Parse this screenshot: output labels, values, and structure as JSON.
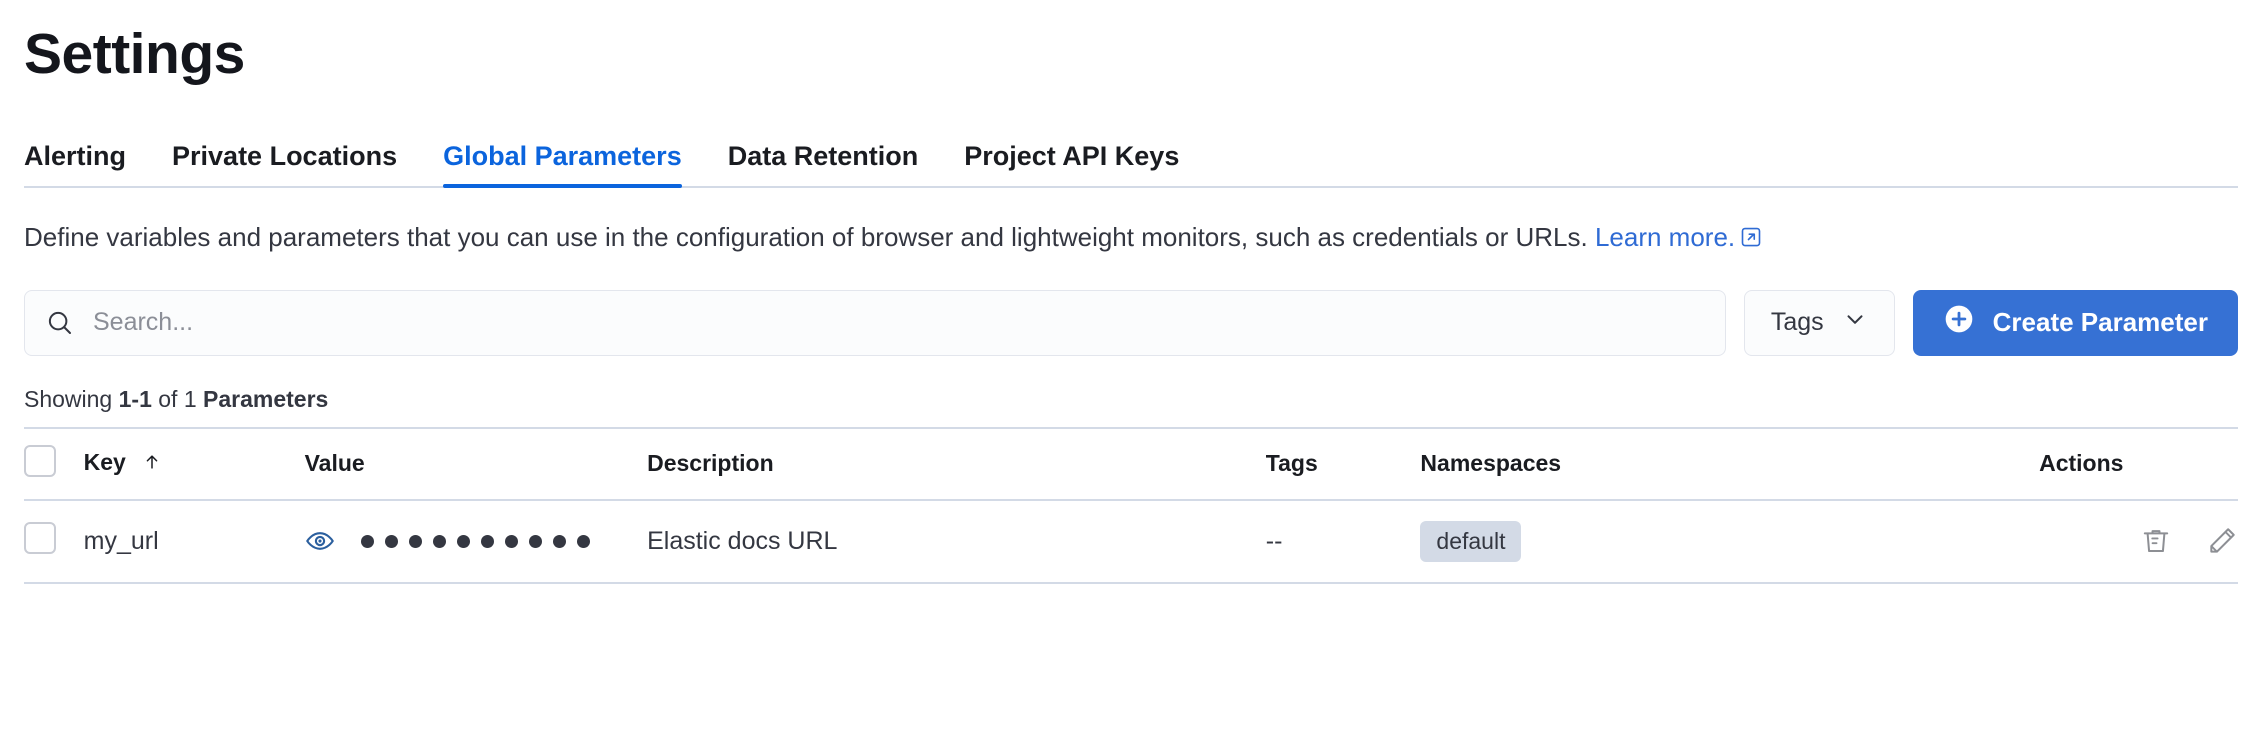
{
  "header": {
    "title": "Settings"
  },
  "tabs": [
    {
      "label": "Alerting",
      "active": false
    },
    {
      "label": "Private Locations",
      "active": false
    },
    {
      "label": "Global Parameters",
      "active": true
    },
    {
      "label": "Data Retention",
      "active": false
    },
    {
      "label": "Project API Keys",
      "active": false
    }
  ],
  "description": {
    "text": "Define variables and parameters that you can use in the configuration of browser and lightweight monitors, such as credentials or URLs. ",
    "link_text": "Learn more.",
    "link_icon": "external-link-icon"
  },
  "controls": {
    "search_placeholder": "Search...",
    "search_value": "",
    "search_icon": "search-icon",
    "tags_label": "Tags",
    "tags_chevron_icon": "chevron-down-icon",
    "create_label": "Create Parameter",
    "create_icon": "plus-circle-icon"
  },
  "results": {
    "showing_prefix": "Showing ",
    "range": "1-1",
    "of": " of 1 ",
    "entity": "Parameters"
  },
  "table": {
    "columns": [
      {
        "key": "select",
        "label": ""
      },
      {
        "key": "key",
        "label": "Key",
        "sort": "ascending"
      },
      {
        "key": "value",
        "label": "Value"
      },
      {
        "key": "description",
        "label": "Description"
      },
      {
        "key": "tags",
        "label": "Tags"
      },
      {
        "key": "namespaces",
        "label": "Namespaces"
      },
      {
        "key": "actions",
        "label": "Actions"
      }
    ],
    "rows": [
      {
        "key": "my_url",
        "value_masked_dots": 10,
        "value_reveal_icon": "eye-icon",
        "description": "Elastic docs URL",
        "tags": "--",
        "namespaces": [
          "default"
        ],
        "actions": [
          "trash-icon",
          "pencil-icon"
        ]
      }
    ]
  },
  "colors": {
    "accent": "#0b64dd",
    "primary_button": "#3671d4",
    "border": "#d3dae6",
    "badge_bg": "#d3dae6",
    "text": "#343741",
    "eye_icon": "#2b5f9e"
  }
}
